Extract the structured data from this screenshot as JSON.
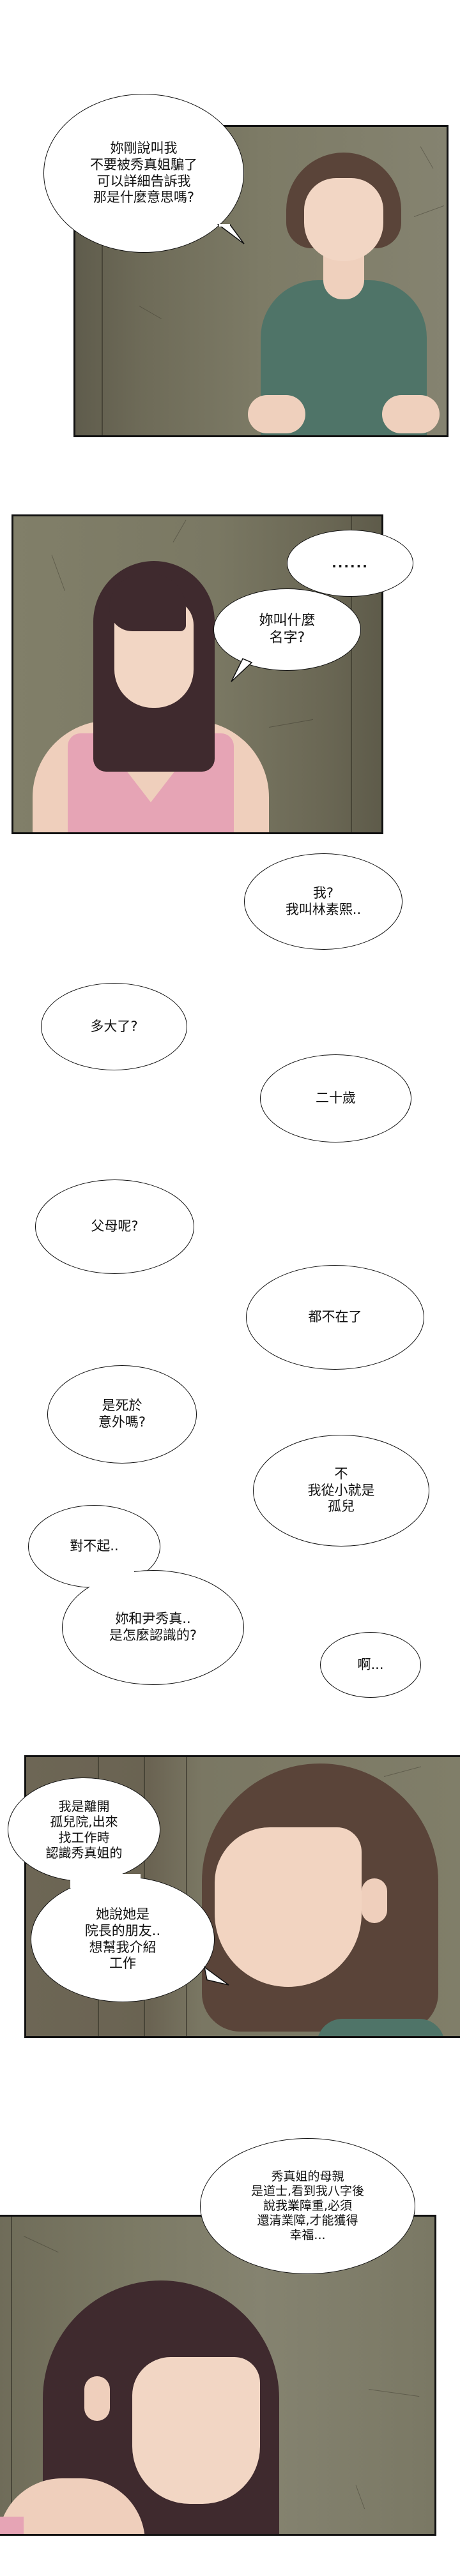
{
  "colors": {
    "page_bg": "#ffffff",
    "panel_border": "#111111",
    "wall": "#7b7964",
    "wall_dark": "#5f5c4c",
    "teal_shirt": "#4f7468",
    "pink_top": "#e6a4b5",
    "skin": "#f0d2bf",
    "hair_brown": "#5a4439",
    "hair_dark": "#3f2a2e"
  },
  "panels": [
    {
      "id": "panel-1",
      "character": "short-haired woman in teal shirt",
      "bubbles": [
        {
          "lines": "妳剛說叫我\n不要被秀真姐騙了\n可以詳細告訴我\n那是什麼意思嗎?"
        }
      ]
    },
    {
      "id": "panel-2",
      "character": "long-haired woman in pink tank top",
      "bubbles": [
        {
          "lines": "......"
        },
        {
          "lines": "妳叫什麼\n名字?"
        }
      ]
    },
    {
      "id": "dialogue-sequence",
      "bubbles": [
        {
          "lines": "我?\n我叫林素熙.."
        },
        {
          "lines": "多大了?"
        },
        {
          "lines": "二十歲"
        },
        {
          "lines": "父母呢?"
        },
        {
          "lines": "都不在了"
        },
        {
          "lines": "是死於\n意外嗎?"
        },
        {
          "lines": "不\n我從小就是\n孤兒"
        },
        {
          "lines": "對不起.."
        },
        {
          "lines": "妳和尹秀真..\n是怎麼認識的?"
        },
        {
          "lines": "啊..."
        }
      ]
    },
    {
      "id": "panel-3",
      "character": "short-haired woman close-up",
      "bubbles": [
        {
          "lines": "我是離開\n孤兒院,出來\n找工作時\n認識秀真姐的"
        },
        {
          "lines": "她說她是\n院長的朋友..\n想幫我介紹\n工作"
        }
      ]
    },
    {
      "id": "panel-4",
      "character": "long-haired woman close-up",
      "bubbles": [
        {
          "lines": "秀真姐的母親\n是道士,看到我八字後\n說我業障重,必須\n還清業障,才能獲得\n幸福..."
        }
      ]
    }
  ]
}
